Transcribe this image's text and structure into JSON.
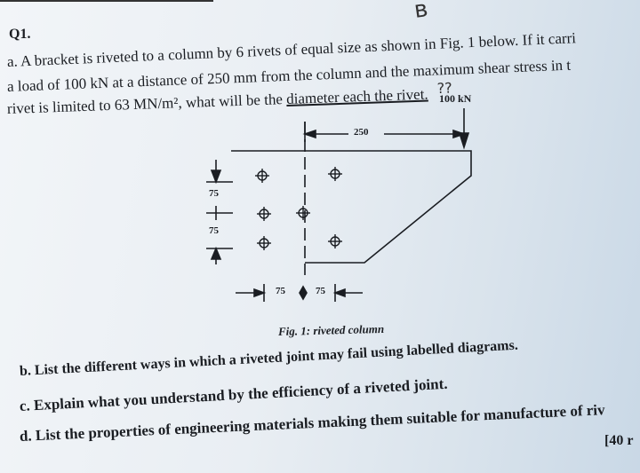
{
  "question": {
    "number": "Q1.",
    "part_a": {
      "line1": "a. A bracket is riveted to a column by 6 rivets of equal size as shown in Fig. 1 below. If it carri",
      "line2": "a load of 100 kN at a distance of 250 mm from the column and the maximum shear stress in t",
      "line3_before": "rivet is limited to 63 MN/m², what will be the ",
      "line3_underlined": "diameter each the rivet.",
      "handwritten_note": "??"
    },
    "figure": {
      "load_label": "100 kN",
      "distance_label": "250",
      "vertical_pitch_1": "75",
      "vertical_pitch_2": "75",
      "horizontal_pitch_1": "75",
      "horizontal_pitch_2": "75",
      "caption": "Fig. 1: riveted column"
    },
    "part_b": "b. List the different ways in which a riveted joint may fail using labelled diagrams.",
    "part_c": "c. Explain what you understand by the efficiency of a riveted joint.",
    "part_d": "d. List the properties of engineering materials making them suitable for manufacture of riv",
    "marks": "[40 r"
  }
}
